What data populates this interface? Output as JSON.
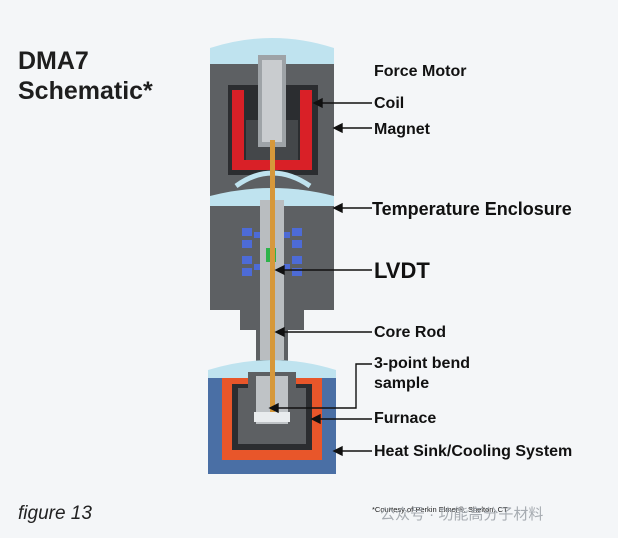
{
  "title": {
    "line1": "DMA7",
    "line2": "Schematic*"
  },
  "labels": {
    "force_motor": "Force Motor",
    "coil": "Coil",
    "magnet": "Magnet",
    "temperature_enclosure": "Temperature Enclosure",
    "lvdt": "LVDT",
    "core_rod": "Core Rod",
    "bend_line1": "3-point bend",
    "bend_line2": "sample",
    "furnace": "Furnace",
    "heat_sink": "Heat Sink/Cooling System"
  },
  "figure_caption": "figure 13",
  "courtesy": "*Courtesy of Perkin Elmer®, Shelton, CT",
  "watermark": "公众号 · 功能高分子材料",
  "colors": {
    "housing": "#5d6063",
    "coil": "#d92027",
    "furnace": "#e8562a",
    "cooling": "#4a6fa5",
    "rod": "#d6983a",
    "lvdt_coil": "#4d6bd6",
    "lvdt_core": "#2db34a",
    "cap": "#bfe3ef"
  }
}
